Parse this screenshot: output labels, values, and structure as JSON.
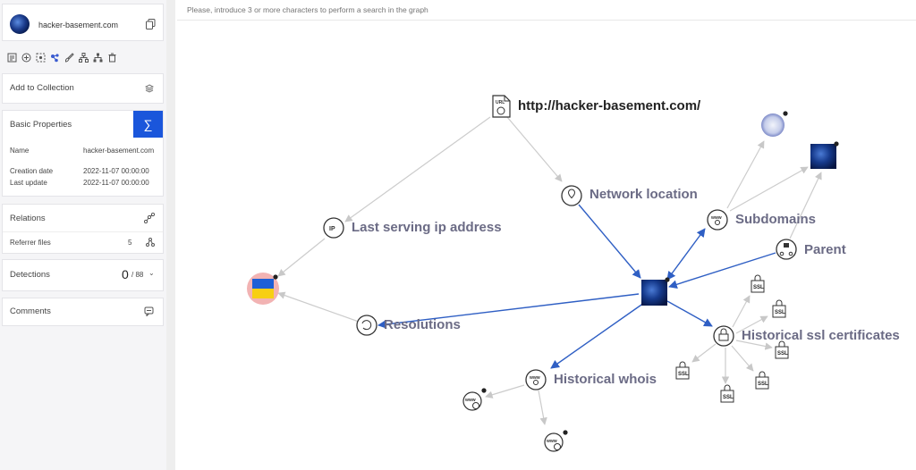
{
  "sidebar": {
    "domain": "hacker-basement.com",
    "add_to_collection": "Add to Collection",
    "basic_properties": {
      "title": "Basic Properties",
      "rows": [
        {
          "key": "Name",
          "value": "hacker-basement.com"
        },
        {
          "key": "Creation date",
          "value": "2022-11-07 00:00:00"
        },
        {
          "key": "Last update",
          "value": "2022-11-07 00:00:00"
        }
      ]
    },
    "relations": {
      "title": "Relations",
      "referrer_label": "Referrer files",
      "referrer_count": "5"
    },
    "detections": {
      "title": "Detections",
      "count": "0",
      "total": "/ 88"
    },
    "comments": {
      "title": "Comments"
    }
  },
  "search": {
    "placeholder": "Please, introduce 3 or more characters to perform a search in the graph"
  },
  "graph": {
    "url_label": "http://hacker-basement.com/",
    "network_location": "Network location",
    "last_serving_ip": "Last serving ip address",
    "subdomains": "Subdomains",
    "parent": "Parent",
    "resolutions": "Resolutions",
    "historical_ssl": "Historical ssl certificates",
    "historical_whois": "Historical whois",
    "ssl_badge": "SSL"
  },
  "colors": {
    "accent": "#1a56db",
    "edge": "#cccccc",
    "edge_active": "#2f5fc4"
  }
}
